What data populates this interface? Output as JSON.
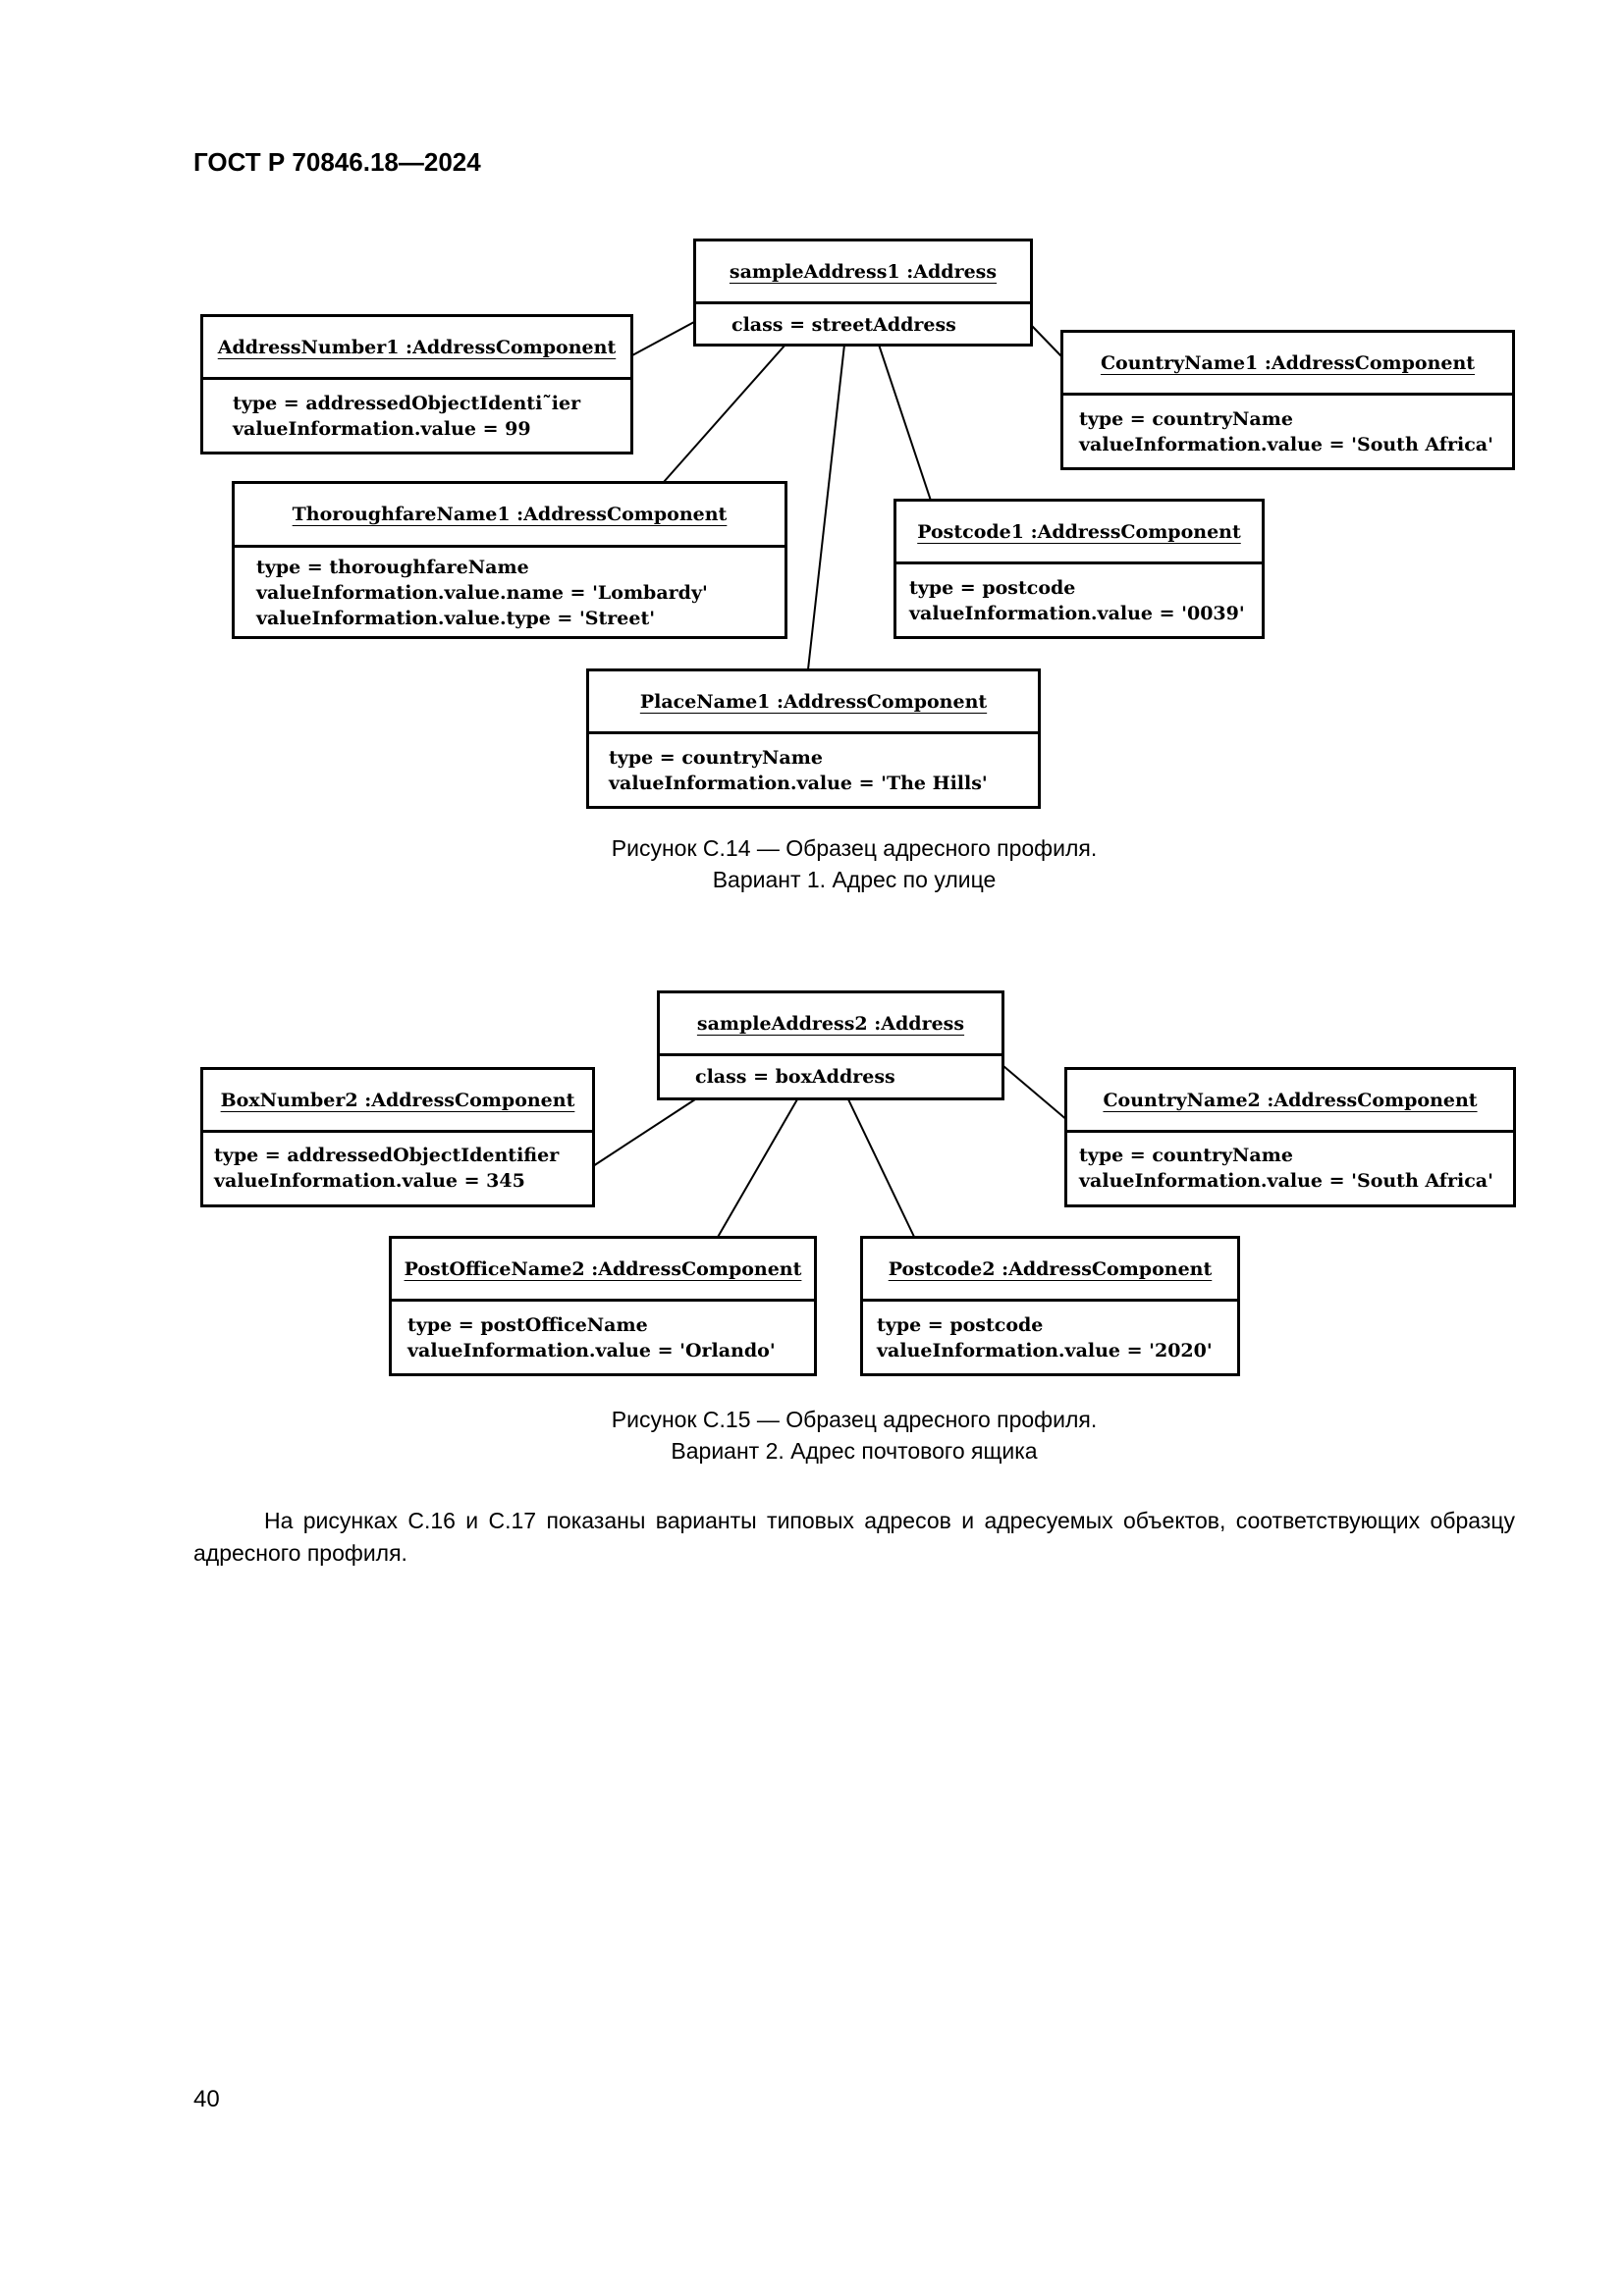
{
  "document": {
    "header": "ГОСТ Р 70846.18—2024",
    "page_number": "40"
  },
  "figure14": {
    "caption_line1": "Рисунок С.14 — Образец адресного профиля.",
    "caption_line2": "Вариант 1. Адрес по улице",
    "boxes": {
      "sample_address": {
        "title": "sampleAddress1 :Address",
        "lines": [
          "class = streetAddress"
        ]
      },
      "address_number": {
        "title": "AddressNumber1 :AddressComponent",
        "lines": [
          "type = addressedObjectIdenti˜ier",
          "valueInformation.value = 99"
        ]
      },
      "country_name": {
        "title": "CountryName1 :AddressComponent",
        "lines": [
          "type = countryName",
          "valueInformation.value = 'South Africa'"
        ]
      },
      "thoroughfare_name": {
        "title": "ThoroughfareName1 :AddressComponent",
        "lines": [
          "type = thoroughfareName",
          "valueInformation.value.name = 'Lombardy'",
          "valueInformation.value.type = 'Street'"
        ]
      },
      "postcode": {
        "title": "Postcode1 :AddressComponent",
        "lines": [
          "type = postcode",
          "valueInformation.value = '0039'"
        ]
      },
      "place_name": {
        "title": "PlaceName1 :AddressComponent",
        "lines": [
          "type = countryName",
          "valueInformation.value = 'The Hills'"
        ]
      }
    }
  },
  "figure15": {
    "caption_line1": "Рисунок С.15 — Образец адресного профиля.",
    "caption_line2": "Вариант 2. Адрес почтового ящика",
    "boxes": {
      "sample_address": {
        "title": "sampleAddress2 :Address",
        "lines": [
          "class = boxAddress"
        ]
      },
      "box_number": {
        "title": "BoxNumber2 :AddressComponent",
        "lines": [
          "type = addressedObjectIdentifier",
          "valueInformation.value = 345"
        ]
      },
      "country_name": {
        "title": "CountryName2 :AddressComponent",
        "lines": [
          "type = countryName",
          "valueInformation.value = 'South Africa'"
        ]
      },
      "post_office_name": {
        "title": "PostOfficeName2 :AddressComponent",
        "lines": [
          "type = postOfficeName",
          "valueInformation.value = 'Orlando'"
        ]
      },
      "postcode": {
        "title": "Postcode2 :AddressComponent",
        "lines": [
          "type = postcode",
          "valueInformation.value = '2020'"
        ]
      }
    }
  },
  "body": {
    "paragraph": "На рисунках С.16 и С.17 показаны варианты типовых адресов и адресуемых объектов, соответствующих образцу адресного профиля."
  }
}
